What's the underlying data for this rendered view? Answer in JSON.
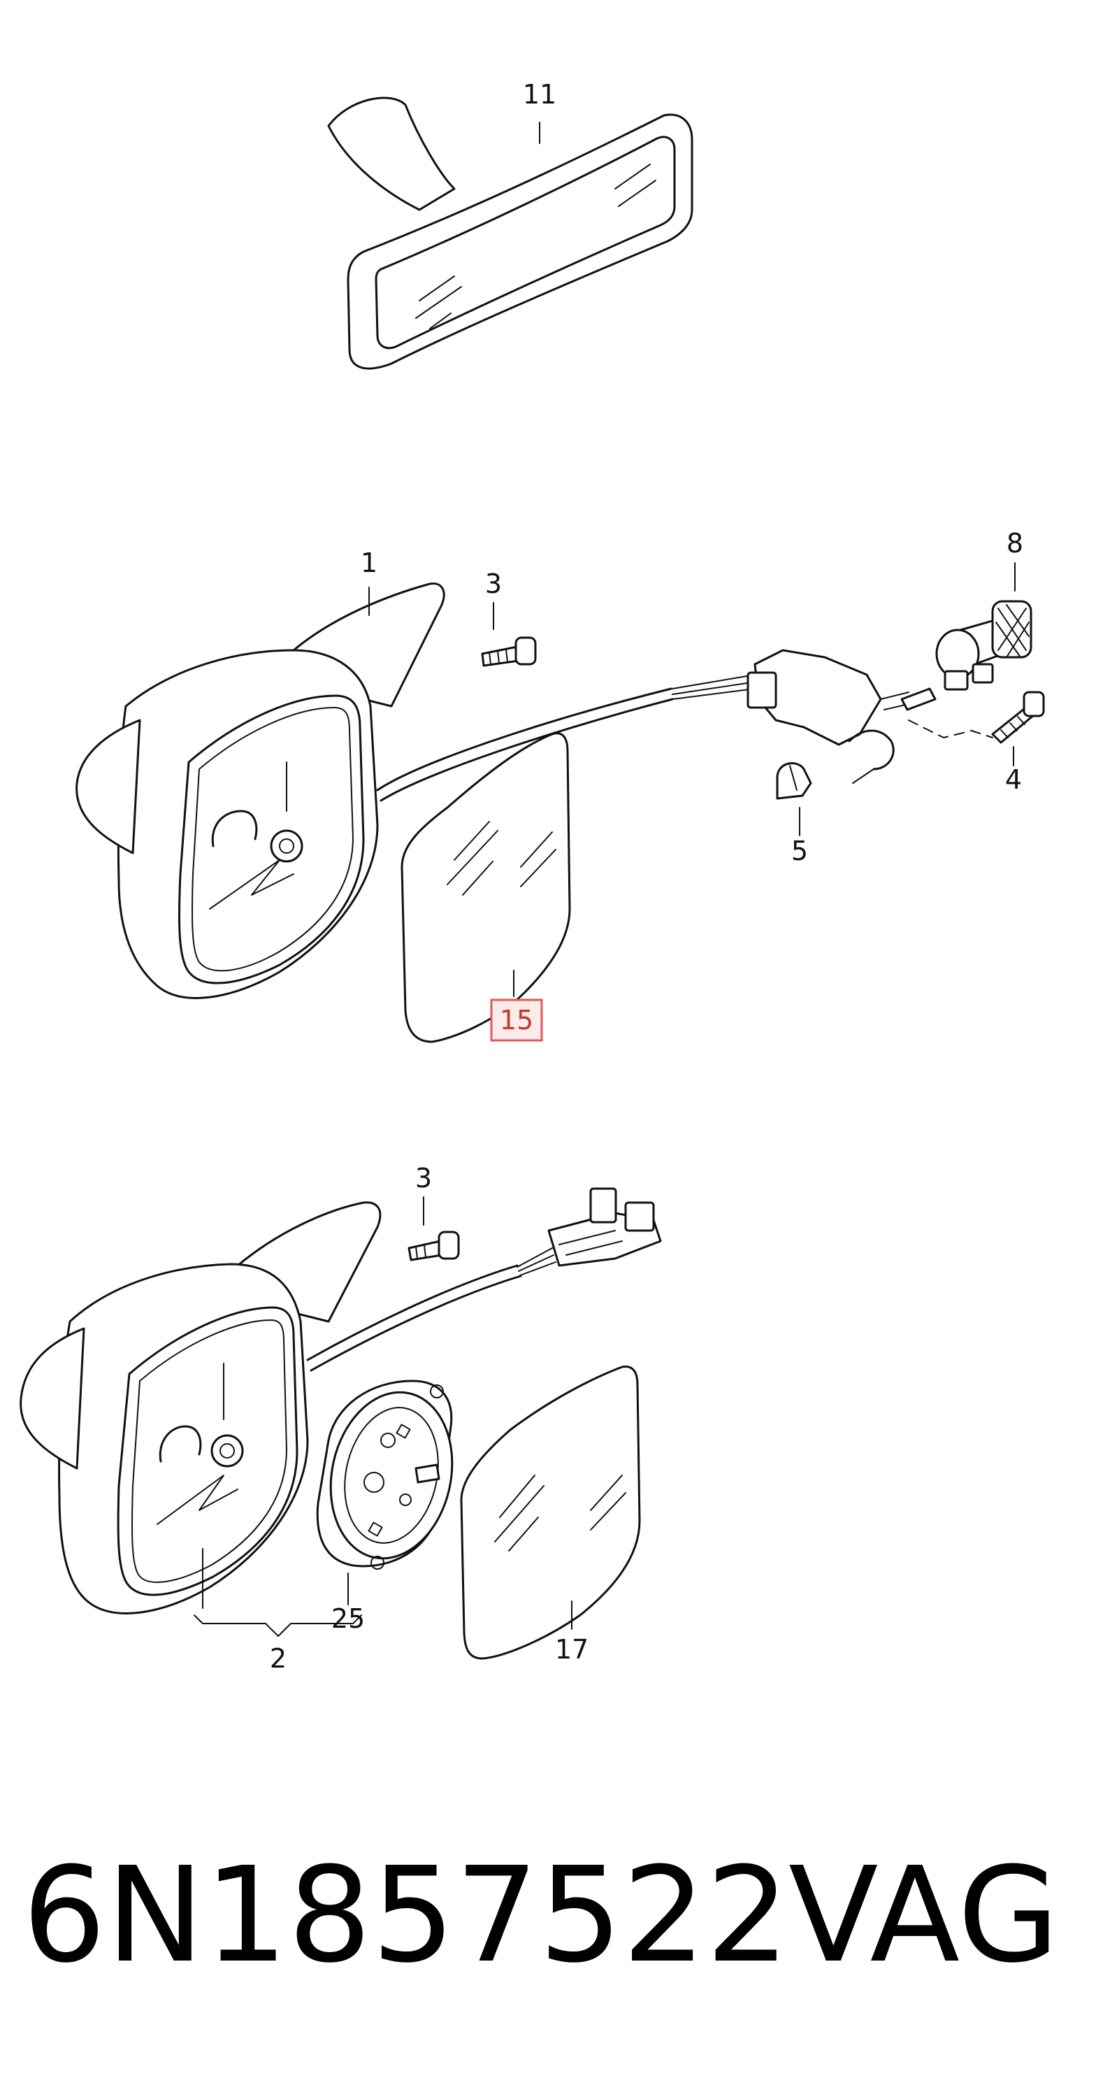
{
  "callouts": {
    "c11": "11",
    "c1": "1",
    "c3a": "3",
    "c8": "8",
    "c4": "4",
    "c5": "5",
    "c15": "15",
    "c3b": "3",
    "c25": "25",
    "c2": "2",
    "c17": "17"
  },
  "highlight_color": "#e05a5a",
  "footer": {
    "part_number": "6N1857522",
    "brand": "VAG"
  }
}
